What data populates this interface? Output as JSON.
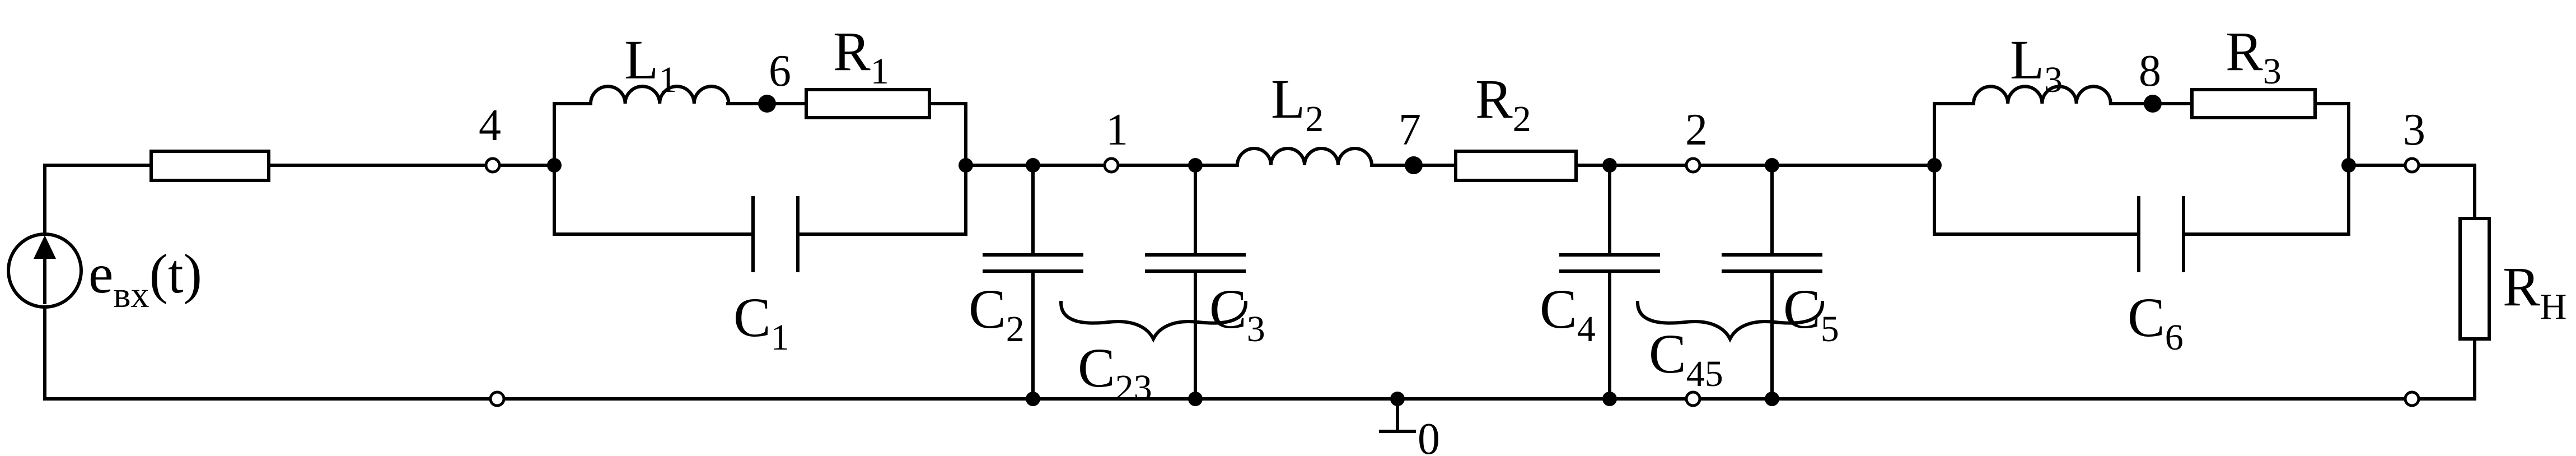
{
  "source": {
    "name": "e",
    "sub": "вх",
    "arg": "(t)"
  },
  "nodes": {
    "n0": "0",
    "n1": "1",
    "n2": "2",
    "n3": "3",
    "n4": "4",
    "n6": "6",
    "n7": "7",
    "n8": "8"
  },
  "inductors": {
    "L1": {
      "main": "L",
      "sub": "1"
    },
    "L2": {
      "main": "L",
      "sub": "2"
    },
    "L3": {
      "main": "L",
      "sub": "3"
    }
  },
  "resistors": {
    "R1": {
      "main": "R",
      "sub": "1"
    },
    "R2": {
      "main": "R",
      "sub": "2"
    },
    "R3": {
      "main": "R",
      "sub": "3"
    },
    "RH": {
      "main": "R",
      "sub": "Н"
    }
  },
  "capacitors": {
    "C1": {
      "main": "C",
      "sub": "1"
    },
    "C2": {
      "main": "C",
      "sub": "2"
    },
    "C3": {
      "main": "C",
      "sub": "3"
    },
    "C4": {
      "main": "C",
      "sub": "4"
    },
    "C5": {
      "main": "C",
      "sub": "5"
    },
    "C6": {
      "main": "C",
      "sub": "6"
    },
    "C23": {
      "main": "C",
      "sub": "23"
    },
    "C45": {
      "main": "C",
      "sub": "45"
    }
  }
}
